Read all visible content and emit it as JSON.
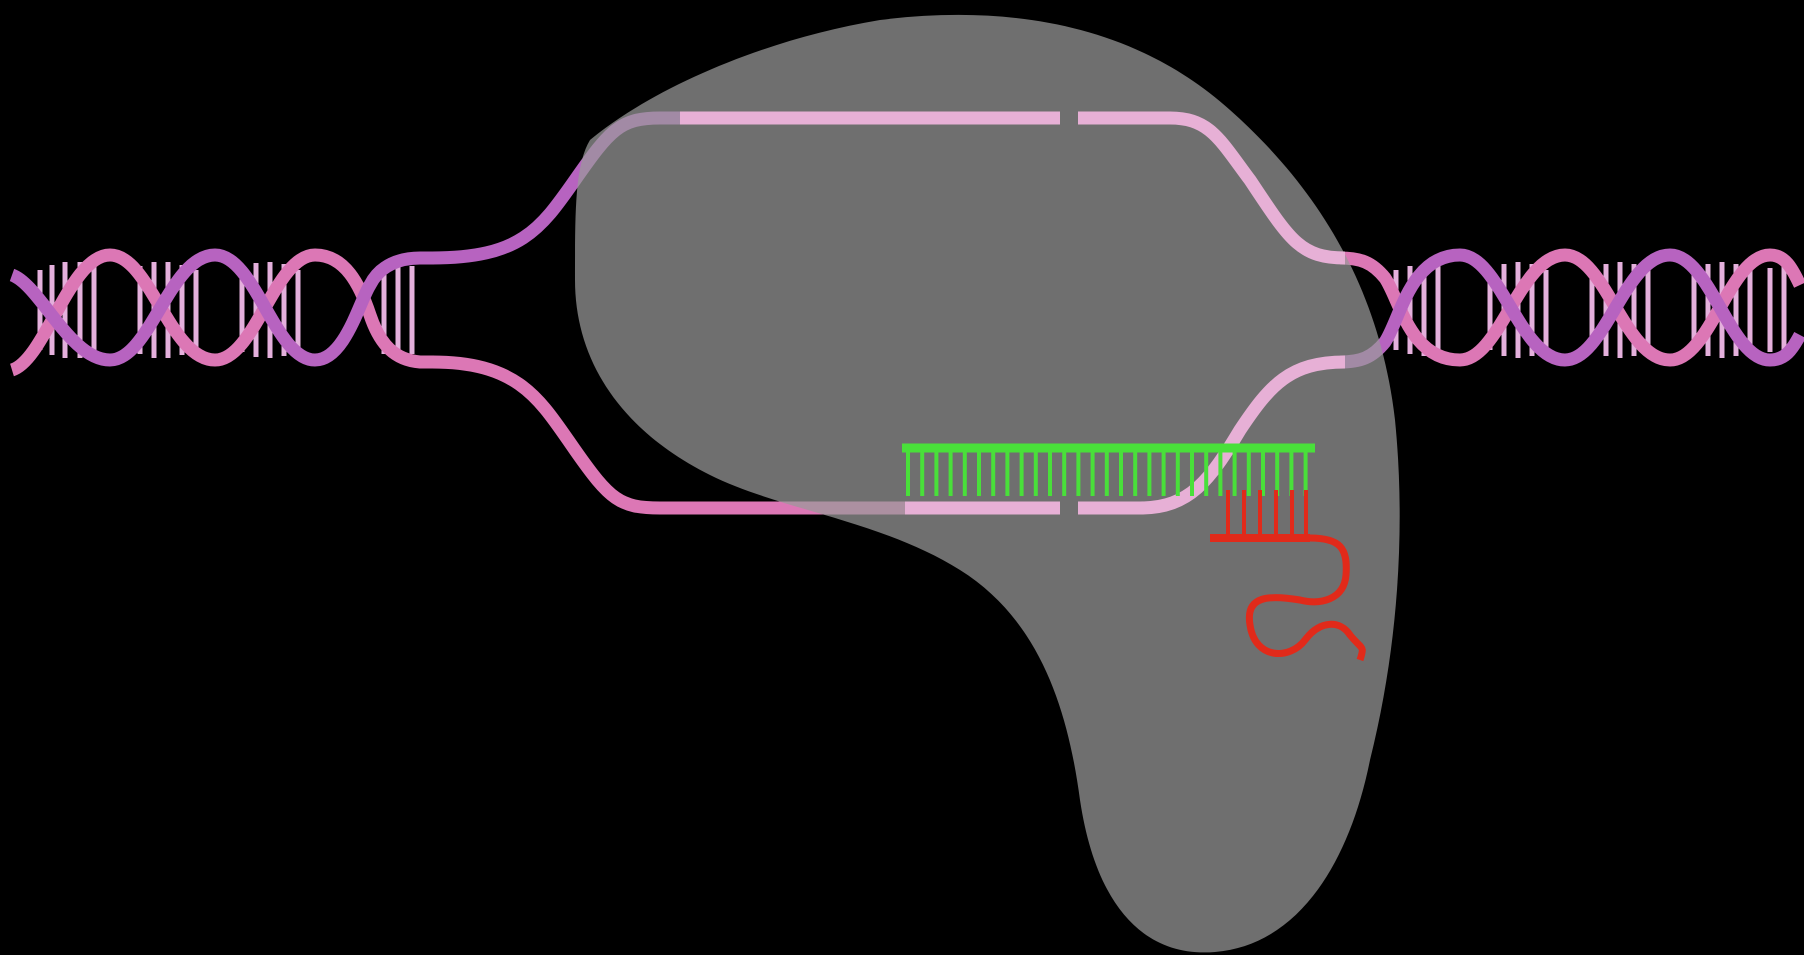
{
  "diagram": {
    "background_color": "#000000",
    "colors": {
      "strand_purple": "#B763C0",
      "strand_pink": "#DC77B5",
      "strand_light_pink": "#E7B0D6",
      "base_pair": "#E4B0DC",
      "guide_rna": "#49E03A",
      "rna_scaffold": "#E12A1A",
      "protein": "#9A9A9A"
    },
    "elements": [
      "dna-double-helix-left",
      "dna-double-helix-right",
      "unwound-top-strand",
      "unwound-bottom-strand",
      "protein-complex",
      "guide-rna",
      "rna-scaffold"
    ]
  }
}
